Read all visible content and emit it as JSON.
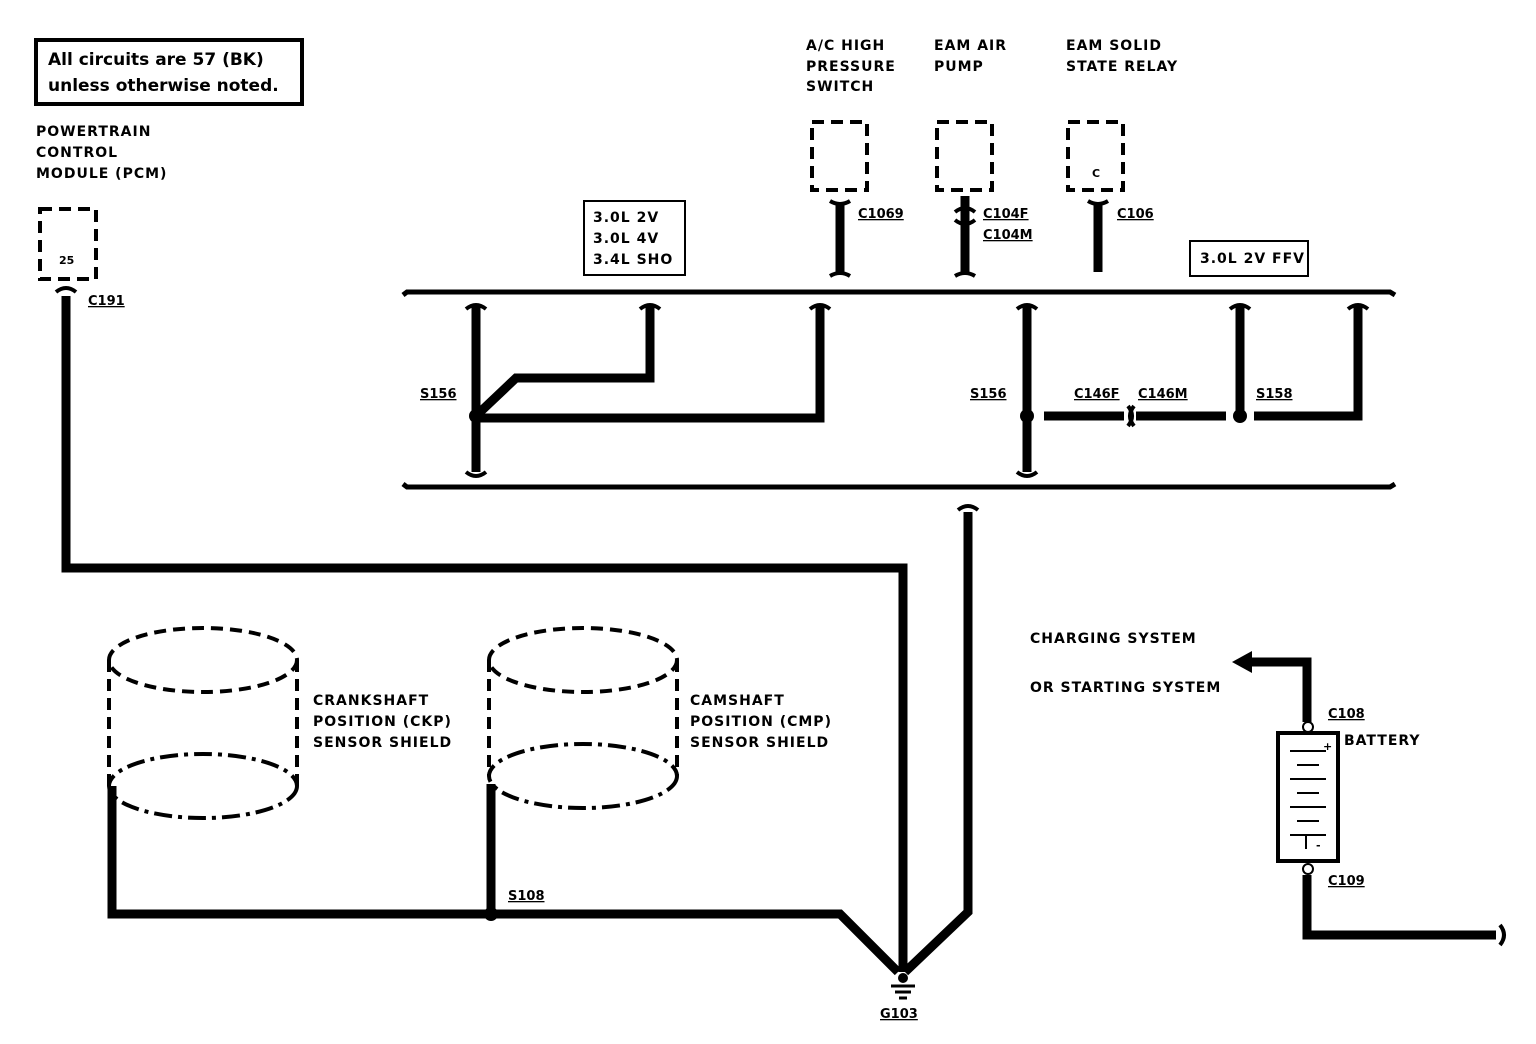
{
  "note": {
    "line1": "All circuits are 57 (BK)",
    "line2": "unless otherwise noted."
  },
  "components": {
    "pcm": {
      "line1": "POWERTRAIN",
      "line2": "CONTROL",
      "line3": "MODULE (PCM)",
      "pin": "25",
      "connector": "C191"
    },
    "ac_switch": {
      "line1": "A/C HIGH",
      "line2": "PRESSURE",
      "line3": "SWITCH",
      "connector": "C1069"
    },
    "eam_pump": {
      "line1": "EAM AIR",
      "line2": "PUMP",
      "connector_f": "C104F",
      "connector_m": "C104M"
    },
    "eam_relay": {
      "line1": "EAM SOLID",
      "line2": "STATE RELAY",
      "pin": "C",
      "connector": "C106"
    },
    "ckp_shield": {
      "line1": "CRANKSHAFT",
      "line2": "POSITION (CKP)",
      "line3": "SENSOR SHIELD"
    },
    "cmp_shield": {
      "line1": "CAMSHAFT",
      "line2": "POSITION (CMP)",
      "line3": "SENSOR SHIELD"
    },
    "battery": {
      "label": "BATTERY",
      "top_connector": "C108",
      "bottom_connector": "C109",
      "plus": "+",
      "minus": "-"
    },
    "charging": {
      "line1": "CHARGING SYSTEM",
      "line2": "OR STARTING SYSTEM"
    }
  },
  "variants": {
    "engine_box": {
      "line1": "3.0L 2V",
      "line2": "3.0L 4V",
      "line3": "3.4L SHO"
    },
    "ffv_box": {
      "line1": "3.0L 2V FFV"
    }
  },
  "splices": {
    "left": "S156",
    "mid": "S156",
    "right": "S158",
    "bottom": "S108"
  },
  "connectors": {
    "c146f": "C146F",
    "c146m": "C146M"
  },
  "ground": {
    "label": "G103"
  }
}
